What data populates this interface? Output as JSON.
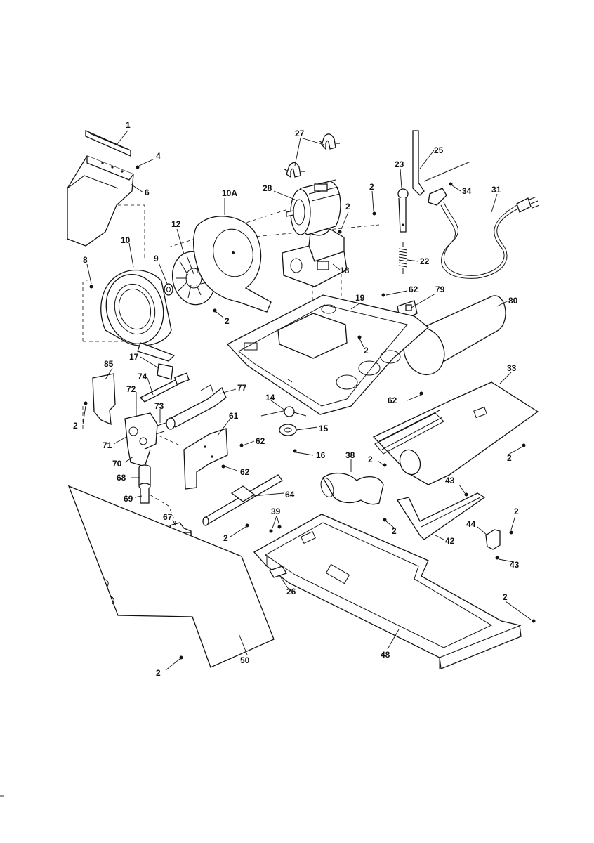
{
  "callouts": [
    {
      "id": "c1",
      "text": "1"
    },
    {
      "id": "c4",
      "text": "4"
    },
    {
      "id": "c6",
      "text": "6"
    },
    {
      "id": "c8",
      "text": "8"
    },
    {
      "id": "c9",
      "text": "9"
    },
    {
      "id": "c10",
      "text": "10"
    },
    {
      "id": "c10a",
      "text": "10A"
    },
    {
      "id": "c12",
      "text": "12"
    },
    {
      "id": "c2a",
      "text": "2"
    },
    {
      "id": "c27",
      "text": "27"
    },
    {
      "id": "c28",
      "text": "28"
    },
    {
      "id": "c2b",
      "text": "2"
    },
    {
      "id": "c2c",
      "text": "2"
    },
    {
      "id": "c18",
      "text": "18"
    },
    {
      "id": "c23",
      "text": "23"
    },
    {
      "id": "c25",
      "text": "25"
    },
    {
      "id": "c34",
      "text": "34"
    },
    {
      "id": "c31",
      "text": "31"
    },
    {
      "id": "c22",
      "text": "22"
    },
    {
      "id": "c62a",
      "text": "62"
    },
    {
      "id": "c79",
      "text": "79"
    },
    {
      "id": "c80",
      "text": "80"
    },
    {
      "id": "c19",
      "text": "19"
    },
    {
      "id": "c2d",
      "text": "2"
    },
    {
      "id": "c17",
      "text": "17"
    },
    {
      "id": "c85",
      "text": "85"
    },
    {
      "id": "c74",
      "text": "74"
    },
    {
      "id": "c72",
      "text": "72"
    },
    {
      "id": "c77",
      "text": "77"
    },
    {
      "id": "c73",
      "text": "73"
    },
    {
      "id": "c2e",
      "text": "2"
    },
    {
      "id": "c71",
      "text": "71"
    },
    {
      "id": "c61",
      "text": "61"
    },
    {
      "id": "c70",
      "text": "70"
    },
    {
      "id": "c62b",
      "text": "62"
    },
    {
      "id": "c62c",
      "text": "62"
    },
    {
      "id": "c14",
      "text": "14"
    },
    {
      "id": "c15",
      "text": "15"
    },
    {
      "id": "c16",
      "text": "16"
    },
    {
      "id": "c62d",
      "text": "62"
    },
    {
      "id": "c33",
      "text": "33"
    },
    {
      "id": "c68",
      "text": "68"
    },
    {
      "id": "c69",
      "text": "69"
    },
    {
      "id": "c38",
      "text": "38"
    },
    {
      "id": "c2f",
      "text": "2"
    },
    {
      "id": "c2g",
      "text": "2"
    },
    {
      "id": "c64",
      "text": "64"
    },
    {
      "id": "c43a",
      "text": "43"
    },
    {
      "id": "c67",
      "text": "67"
    },
    {
      "id": "c39",
      "text": "39"
    },
    {
      "id": "c2h",
      "text": "2"
    },
    {
      "id": "c2i",
      "text": "2"
    },
    {
      "id": "c2j",
      "text": "2"
    },
    {
      "id": "c42",
      "text": "42"
    },
    {
      "id": "c44",
      "text": "44"
    },
    {
      "id": "c43b",
      "text": "43"
    },
    {
      "id": "c26",
      "text": "26"
    },
    {
      "id": "c2k",
      "text": "2"
    },
    {
      "id": "c48",
      "text": "48"
    },
    {
      "id": "c50",
      "text": "50"
    },
    {
      "id": "c2l",
      "text": "2"
    }
  ]
}
